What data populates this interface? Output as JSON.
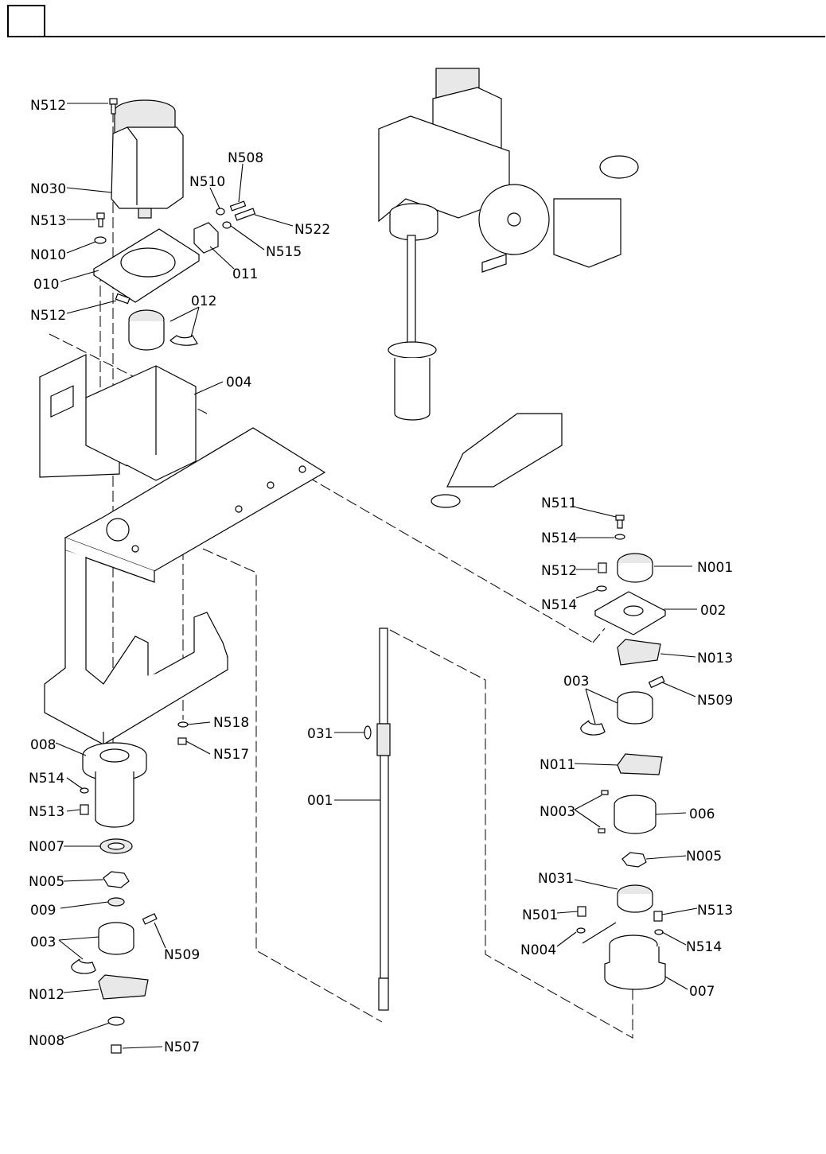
{
  "header": {
    "section_box": ""
  },
  "labels": {
    "N512_top": "N512",
    "N030": "N030",
    "N513_top": "N513",
    "N010": "N010",
    "p010": "010",
    "N508": "N508",
    "N510": "N510",
    "N522": "N522",
    "N515": "N515",
    "p011": "011",
    "N512_mid": "N512",
    "p012": "012",
    "p004": "004",
    "N518": "N518",
    "N517": "N517",
    "p008": "008",
    "N514_left": "N514",
    "N513_left": "N513",
    "N007": "N007",
    "N005_left": "N005",
    "p009": "009",
    "p003_left": "003",
    "N509_left": "N509",
    "N012": "N012",
    "N008": "N008",
    "N507": "N507",
    "p031": "031",
    "p001": "001",
    "N511": "N511",
    "N514_r1": "N514",
    "N512_right": "N512",
    "N001": "N001",
    "N514_r2": "N514",
    "p002": "002",
    "N013": "N013",
    "p003_right": "003",
    "N509_right": "N509",
    "N011": "N011",
    "N003": "N003",
    "p006": "006",
    "N005_right": "N005",
    "N031": "N031",
    "N501": "N501",
    "N513_right": "N513",
    "N004": "N004",
    "N514_right": "N514",
    "p007": "007"
  }
}
